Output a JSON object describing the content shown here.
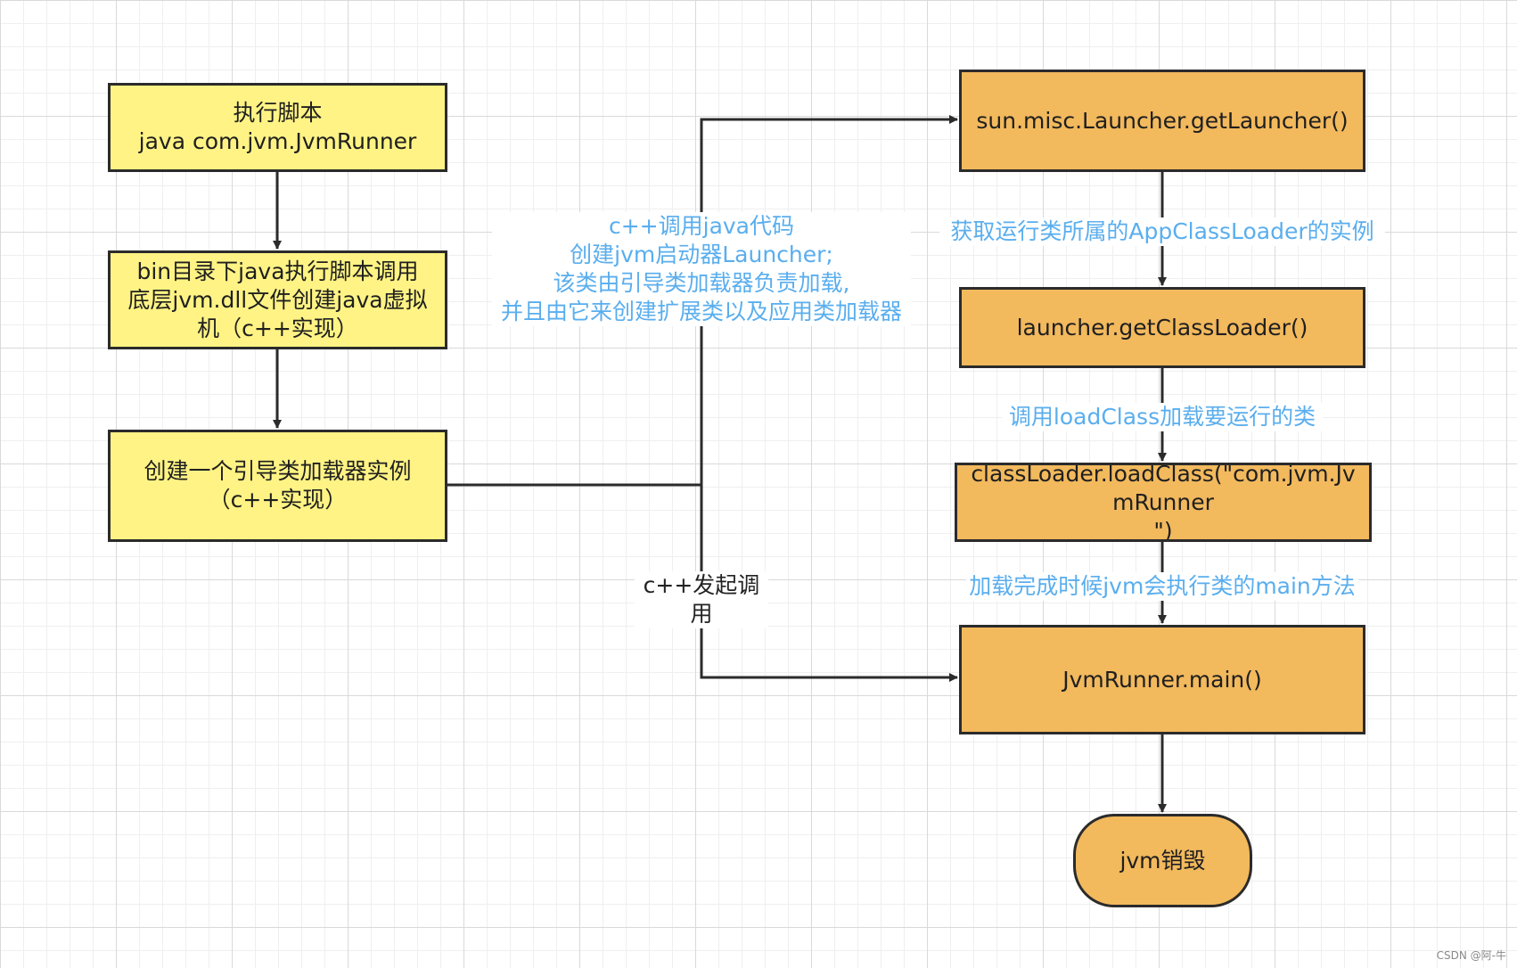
{
  "colors": {
    "yellow_fill": "#fef384",
    "orange_fill": "#f2b95d",
    "stroke": "#2b2b2b",
    "label_blue": "#5aaeee",
    "label_dark": "#222222"
  },
  "nodes": {
    "run_script": "执行脚本\njava com.jvm.JvmRunner",
    "bin_script": "bin目录下java执行脚本调用\n底层jvm.dll文件创建java虚拟\n机（c++实现）",
    "bootstrap_loader": "创建一个引导类加载器实例\n（c++实现）",
    "get_launcher": "sun.misc.Launcher.getLauncher()",
    "get_class_loader": "launcher.getClassLoader()",
    "load_class": "classLoader.loadClass(\"com.jvm.Jv\nmRunner\n\")",
    "main_method": "JvmRunner.main()",
    "jvm_destroy": "jvm销毁"
  },
  "edge_labels": {
    "cpp_call_java": "c++调用java代码\n创建jvm启动器Launcher;\n该类由引导类加载器负责加载,\n并且由它来创建扩展类以及应用类加载器",
    "cpp_invoke": "c++发起调用",
    "get_app_loader": "获取运行类所属的AppClassLoader的实例",
    "call_load_class": "调用loadClass加载要运行的类",
    "run_main": "加载完成时候jvm会执行类的main方法"
  },
  "watermark": "CSDN @阿-牛"
}
